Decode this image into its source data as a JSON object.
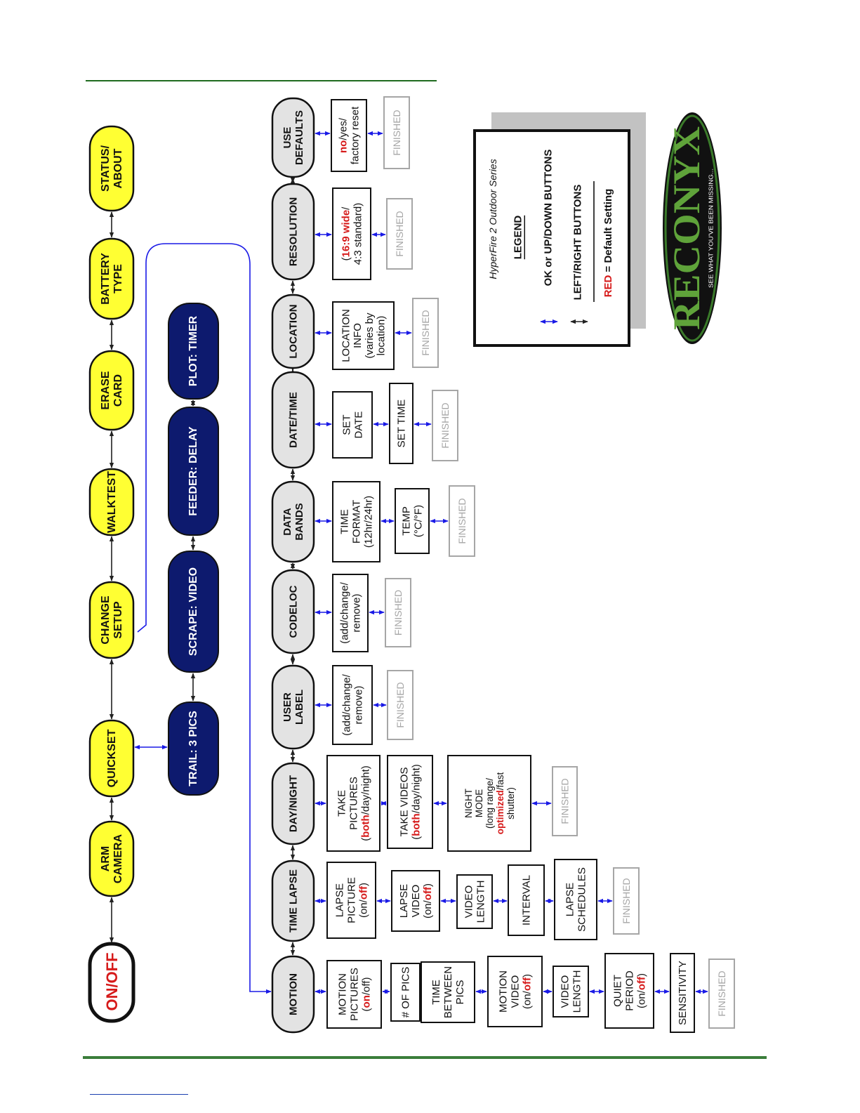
{
  "colors": {
    "yellow": "#ffff33",
    "navy": "#0d1a6e",
    "gray_node": "#e3e3e3",
    "red": "#d61a1a",
    "blue_arrow": "#1a1ae6",
    "finished": "#a6a6a6",
    "rule_green": "#1f6b1f"
  },
  "main_menu": [
    {
      "id": "onoff",
      "lines": [
        "ON/OFF"
      ]
    },
    {
      "id": "arm",
      "lines": [
        "ARM",
        "CAMERA"
      ]
    },
    {
      "id": "quickset",
      "lines": [
        "QUICKSET"
      ]
    },
    {
      "id": "change",
      "lines": [
        "CHANGE",
        "SETUP"
      ]
    },
    {
      "id": "walktest",
      "lines": [
        "WALKTEST"
      ]
    },
    {
      "id": "erase",
      "lines": [
        "ERASE",
        "CARD"
      ]
    },
    {
      "id": "battery",
      "lines": [
        "BATTERY",
        "TYPE"
      ]
    },
    {
      "id": "status",
      "lines": [
        "STATUS/",
        "ABOUT"
      ]
    }
  ],
  "quickset_options": [
    {
      "id": "trail",
      "label": "TRAIL: 3 PICS"
    },
    {
      "id": "scrape",
      "label": "SCRAPE: VIDEO"
    },
    {
      "id": "feeder",
      "label": "FEEDER: DELAY"
    },
    {
      "id": "plot",
      "label": "PLOT: TIMER"
    }
  ],
  "setup_menu": [
    {
      "id": "motion",
      "lines": [
        "MOTION"
      ]
    },
    {
      "id": "timelapse",
      "lines": [
        "TIME LAPSE"
      ]
    },
    {
      "id": "daynight",
      "lines": [
        "DAY/NIGHT"
      ]
    },
    {
      "id": "userlabel",
      "lines": [
        "USER",
        "LABEL"
      ]
    },
    {
      "id": "codeloc",
      "lines": [
        "CODELOC"
      ]
    },
    {
      "id": "databands",
      "lines": [
        "DATA",
        "BANDS"
      ]
    },
    {
      "id": "datetime",
      "lines": [
        "DATE/TIME"
      ]
    },
    {
      "id": "location",
      "lines": [
        "LOCATION"
      ]
    },
    {
      "id": "resolution",
      "lines": [
        "RESOLUTION"
      ]
    },
    {
      "id": "defaults",
      "lines": [
        "USE",
        "DEFAULTS"
      ]
    }
  ],
  "settings": {
    "motion": [
      [
        [
          {
            "t": "MOTION"
          }
        ],
        [
          {
            "t": "PICTURES"
          }
        ],
        [
          {
            "t": "("
          },
          {
            "t": "on",
            "r": true
          },
          {
            "t": "/off)"
          }
        ]
      ],
      [
        [
          {
            "t": "# OF PICS"
          }
        ]
      ],
      [
        [
          {
            "t": "TIME"
          }
        ],
        [
          {
            "t": "BETWEEN"
          }
        ],
        [
          {
            "t": "PICS"
          }
        ]
      ],
      [
        [
          {
            "t": "MOTION"
          }
        ],
        [
          {
            "t": "VIDEO"
          }
        ],
        [
          {
            "t": "(on/"
          },
          {
            "t": "off",
            "r": true
          },
          {
            "t": ")"
          }
        ]
      ],
      [
        [
          {
            "t": "VIDEO"
          }
        ],
        [
          {
            "t": "LENGTH"
          }
        ]
      ],
      [
        [
          {
            "t": "QUIET"
          }
        ],
        [
          {
            "t": "PERIOD"
          }
        ],
        [
          {
            "t": "(on/"
          },
          {
            "t": "off",
            "r": true
          },
          {
            "t": ")"
          }
        ]
      ],
      [
        [
          {
            "t": "SENSITIVITY"
          }
        ]
      ]
    ],
    "timelapse": [
      [
        [
          {
            "t": "LAPSE"
          }
        ],
        [
          {
            "t": "PICTURE"
          }
        ],
        [
          {
            "t": "(on/"
          },
          {
            "t": "off",
            "r": true
          },
          {
            "t": ")"
          }
        ]
      ],
      [
        [
          {
            "t": "LAPSE"
          }
        ],
        [
          {
            "t": "VIDEO"
          }
        ],
        [
          {
            "t": "(on/"
          },
          {
            "t": "off",
            "r": true
          },
          {
            "t": ")"
          }
        ]
      ],
      [
        [
          {
            "t": "VIDEO"
          }
        ],
        [
          {
            "t": "LENGTH"
          }
        ]
      ],
      [
        [
          {
            "t": "INTERVAL"
          }
        ]
      ],
      [
        [
          {
            "t": "LAPSE"
          }
        ],
        [
          {
            "t": "SCHEDULES"
          }
        ]
      ]
    ],
    "daynight": [
      [
        [
          {
            "t": "TAKE"
          }
        ],
        [
          {
            "t": "PICTURES"
          }
        ],
        [
          {
            "t": "("
          },
          {
            "t": "both",
            "r": true
          },
          {
            "t": "/day/night)"
          }
        ]
      ],
      [
        [
          {
            "t": "TAKE VIDEOS"
          }
        ],
        [
          {
            "t": "("
          },
          {
            "t": "both",
            "r": true
          },
          {
            "t": "/day/night)"
          }
        ]
      ],
      [
        [
          {
            "t": "NIGHT"
          }
        ],
        [
          {
            "t": "MODE"
          }
        ],
        [
          {
            "t": "(long range/"
          }
        ],
        [
          {
            "t": "optimized",
            "r": true
          },
          {
            "t": "/fast"
          }
        ],
        [
          {
            "t": "shutter)"
          }
        ]
      ]
    ],
    "userlabel": [
      [
        [
          {
            "t": "(add/change/"
          }
        ],
        [
          {
            "t": "remove)"
          }
        ]
      ]
    ],
    "codeloc": [
      [
        [
          {
            "t": "(add/change/"
          }
        ],
        [
          {
            "t": "remove)"
          }
        ]
      ]
    ],
    "databands": [
      [
        [
          {
            "t": "TIME"
          }
        ],
        [
          {
            "t": "FORMAT"
          }
        ],
        [
          {
            "t": "(12hr/24hr)"
          }
        ]
      ],
      [
        [
          {
            "t": "TEMP"
          }
        ],
        [
          {
            "t": "(°C/°F)"
          }
        ]
      ]
    ],
    "datetime": [
      [
        [
          {
            "t": "SET"
          }
        ],
        [
          {
            "t": "DATE"
          }
        ]
      ],
      [
        [
          {
            "t": "SET TIME"
          }
        ]
      ]
    ],
    "location": [
      [
        [
          {
            "t": "LOCATION"
          }
        ],
        [
          {
            "t": "INFO"
          }
        ],
        [
          {
            "t": "(varies by"
          }
        ],
        [
          {
            "t": "location)"
          }
        ]
      ]
    ],
    "resolution": [
      [
        [
          {
            "t": "("
          },
          {
            "t": "16:9 wide",
            "r": true
          },
          {
            "t": "/"
          }
        ],
        [
          {
            "t": "4:3 standard)"
          }
        ]
      ]
    ],
    "defaults": [
      [
        [
          {
            "t": "no",
            "r": true
          },
          {
            "t": "/yes/"
          }
        ],
        [
          {
            "t": "factory reset"
          }
        ]
      ]
    ]
  },
  "finished_label": "FINISHED",
  "legend": {
    "series": "HyperFire 2 Outdoor Series",
    "title": "LEGEND",
    "ok_updown": "OK or UP/DOWN BUTTONS",
    "leftright": "LEFT/RIGHT BUTTONS",
    "red_word": "RED",
    "default_suffix": " = Default Setting"
  },
  "logo": {
    "name": "RECONYX",
    "tagline": "SEE WHAT YOU'VE BEEN MISSING..."
  }
}
